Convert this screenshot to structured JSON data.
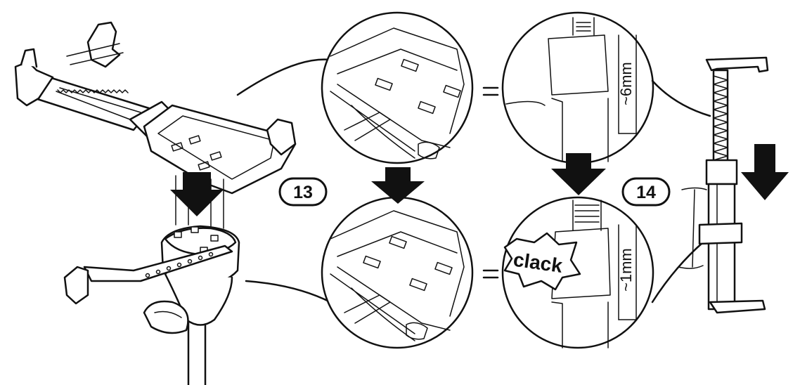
{
  "steps": [
    {
      "number": "13"
    },
    {
      "number": "14"
    }
  ],
  "measurements": {
    "gap_before": "~6mm",
    "gap_after": "~1mm"
  },
  "sound_effect": "clack",
  "icons": [
    "arrow-down-icon"
  ]
}
